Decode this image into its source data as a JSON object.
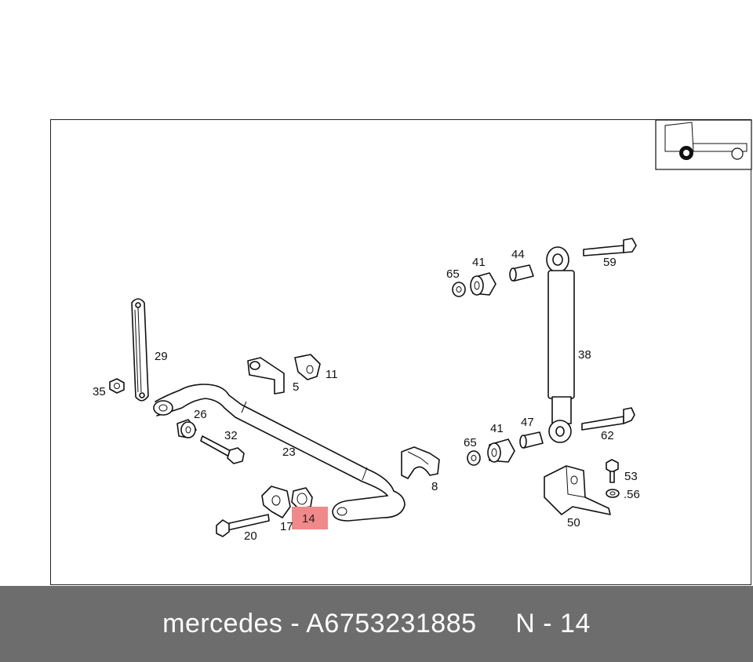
{
  "footer": {
    "brand": "mercedes",
    "separator": " - ",
    "part_number": "A6753231885",
    "position": "N - 14"
  },
  "highlight": {
    "label": "14",
    "color": "#f08a8a"
  },
  "callouts": {
    "c65a": "65",
    "c41a": "41",
    "c44": "44",
    "c59": "59",
    "c29": "29",
    "c35": "35",
    "c11": "11",
    "c5": "5",
    "c38": "38",
    "c26": "26",
    "c32": "32",
    "c23": "23",
    "c65b": "65",
    "c41b": "41",
    "c47": "47",
    "c62": "62",
    "c8": "8",
    "c53": "53",
    "c56": ".56",
    "c17": "17",
    "c20": "20",
    "c50": "50"
  }
}
